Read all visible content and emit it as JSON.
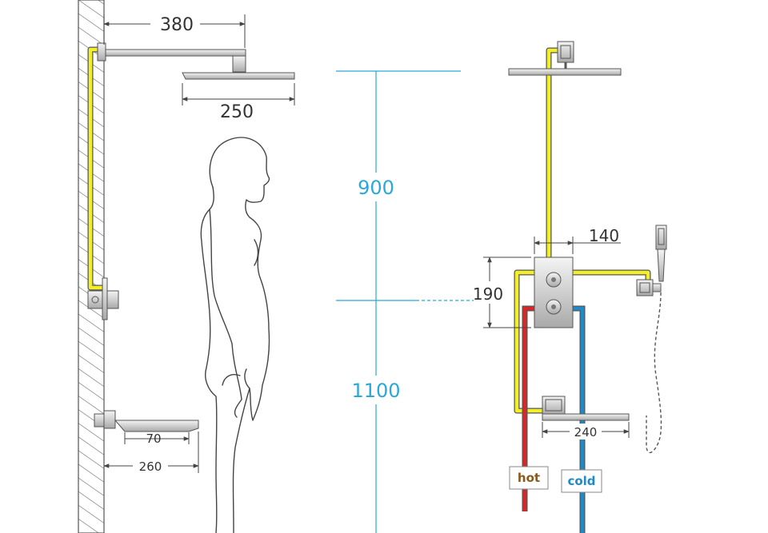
{
  "dimensions": {
    "arm_length": "380",
    "head_width": "250",
    "spout_length": "70",
    "spout_reach": "260",
    "height_upper": "900",
    "height_lower": "1100",
    "valve_offset": "140",
    "valve_height": "190",
    "spout_width": "240"
  },
  "labels": {
    "hot": "hot",
    "cold": "cold"
  },
  "colors": {
    "yellow_pipe": "#f2ee2a",
    "hot_pipe": "#d62828",
    "cold_pipe": "#1f8ac9",
    "height_line": "#2aa8d8",
    "hot_text": "#8a5a1c",
    "cold_text": "#1f8ac9",
    "outline": "#555555"
  }
}
